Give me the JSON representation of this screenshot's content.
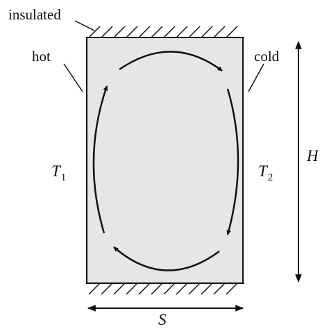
{
  "labels": {
    "insulated": "insulated",
    "hot": "hot",
    "cold": "cold",
    "t1_symbol": "T",
    "t1_subscript": "1",
    "t2_symbol": "T",
    "t2_subscript": "2",
    "height": "H",
    "spacing": "S"
  },
  "colors": {
    "cavity_fill": "#e6e6e6",
    "stroke": "#111111",
    "background": "#ffffff"
  }
}
